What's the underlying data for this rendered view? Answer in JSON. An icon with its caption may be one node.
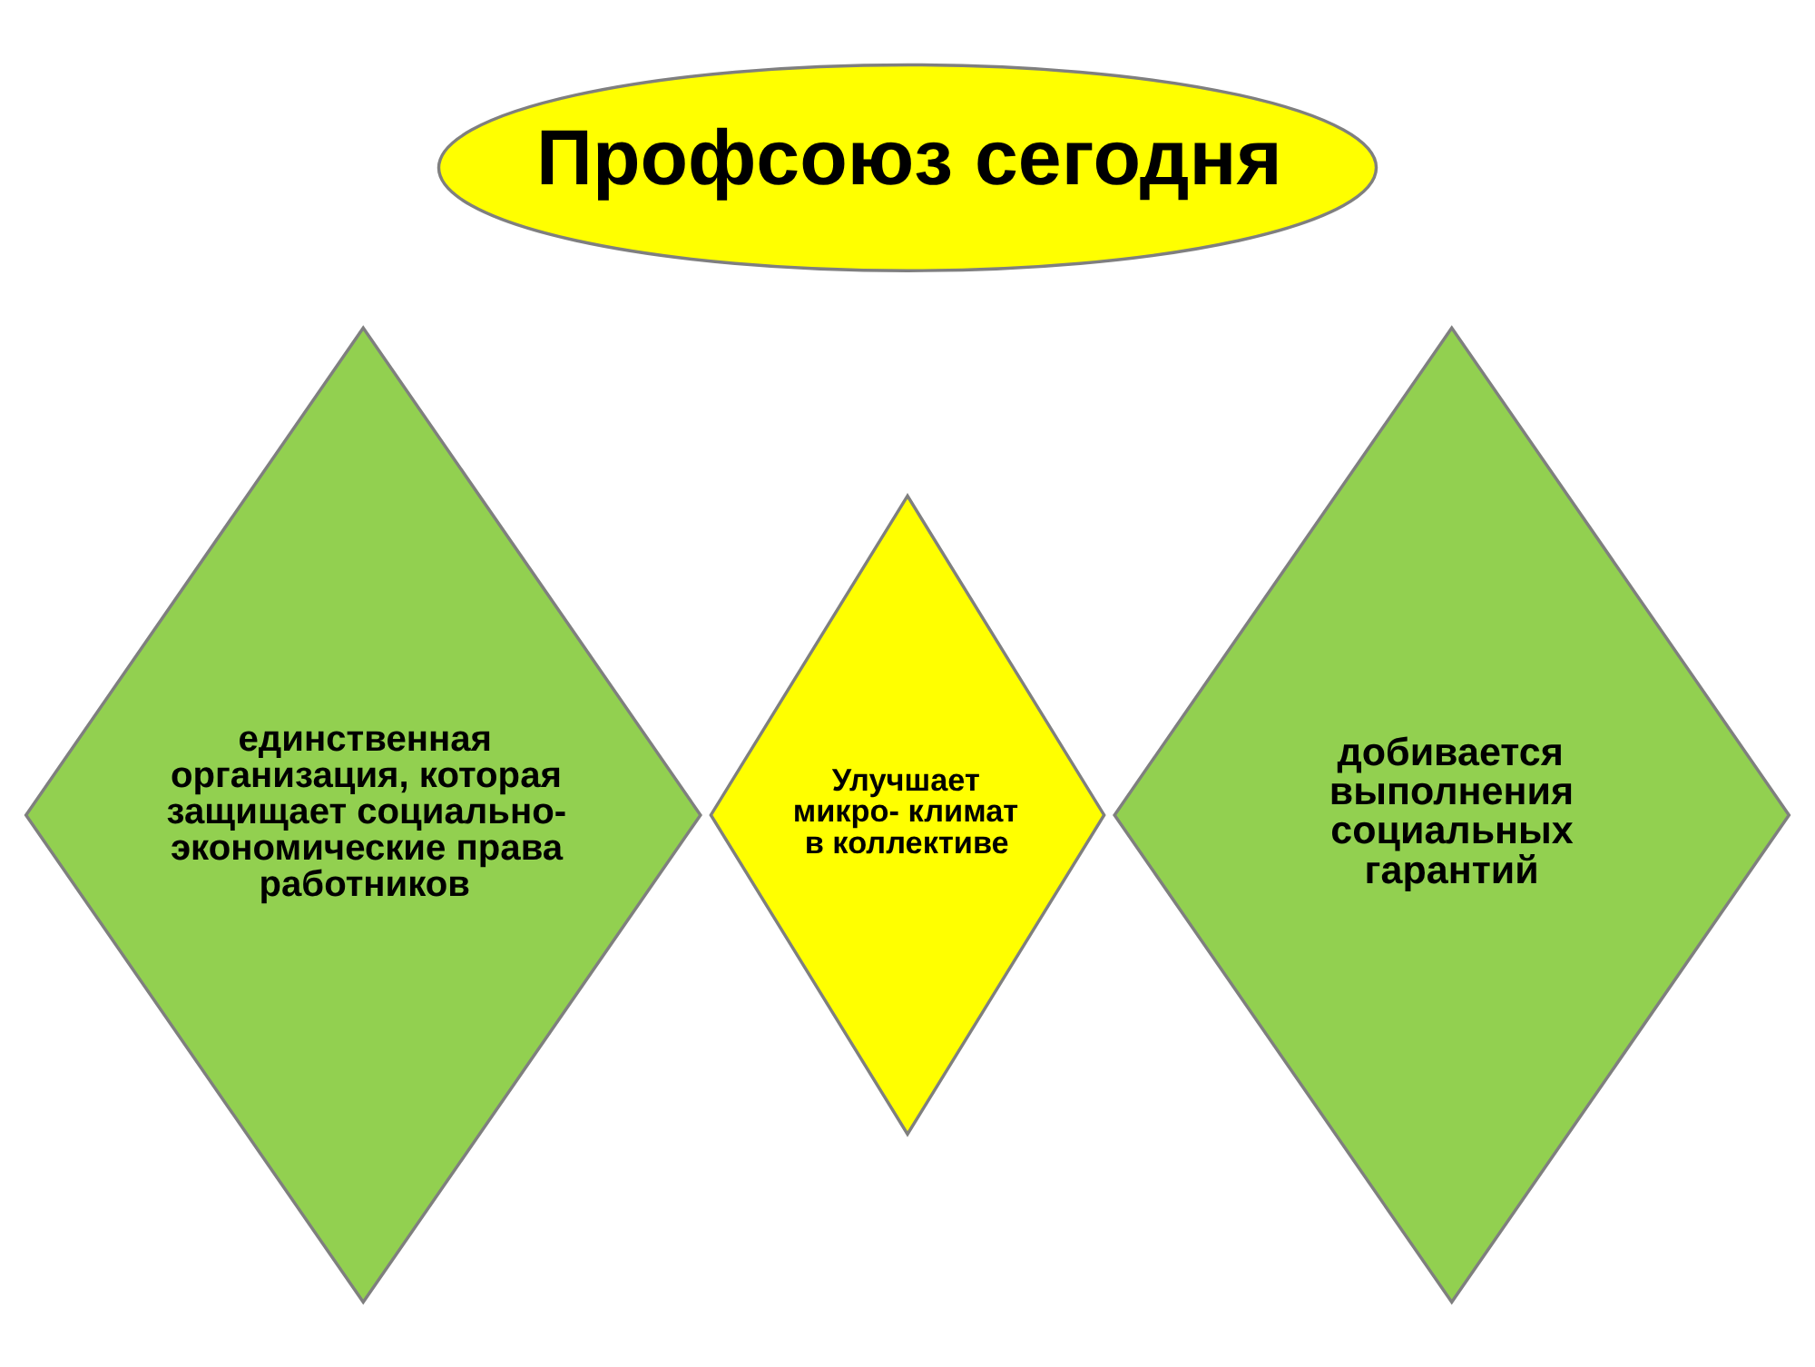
{
  "diagram": {
    "nodes": [
      {
        "text": [
          "Профсоюз сегодня"
        ]
      },
      {
        "text": [
          "единственная организация, которая защищает социально- экономические права работников"
        ]
      },
      {
        "text": [
          "Улучшает микро- климат в коллективе"
        ]
      },
      {
        "text": [
          "добивается выполнения социальных гарантий"
        ]
      }
    ]
  }
}
